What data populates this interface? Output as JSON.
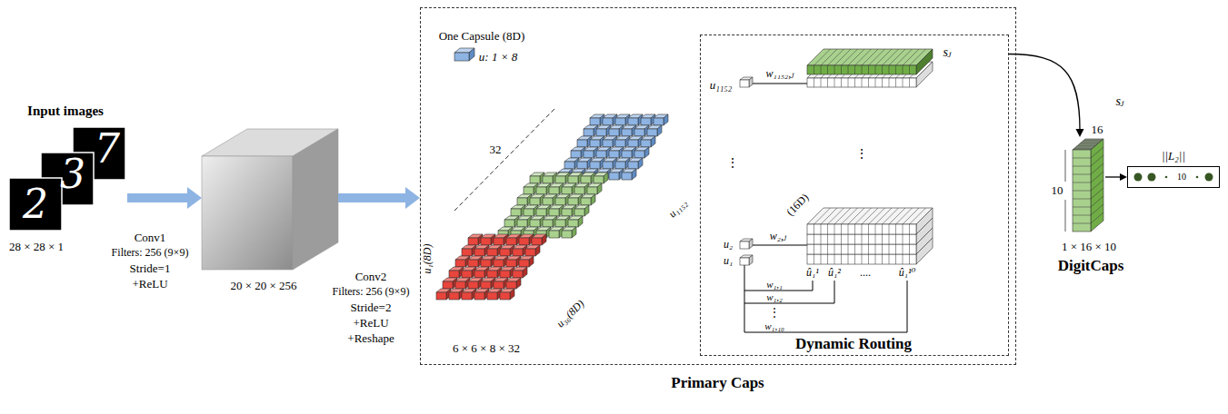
{
  "diagram": {
    "nodes": [
      {
        "text": [
          "Input images",
          "28 × 28 × 1"
        ]
      },
      {
        "text": [
          "20 × 20 × 256"
        ]
      },
      {
        "text": [
          "Primary Caps"
        ]
      },
      {
        "text": [
          "Dynamic Routing"
        ],
        "in": 2
      },
      {
        "text": [
          "16",
          "10",
          "1 × 16 × 10",
          "DigitCaps"
        ]
      },
      {
        "text": [
          "||L₂||",
          "10"
        ]
      }
    ],
    "edges": [
      {
        "from": 0,
        "to": 1,
        "arrow": "to"
      },
      {
        "from": 1,
        "to": 2,
        "arrow": "to"
      },
      {
        "from": 3,
        "to": 4,
        "arrow": "to"
      },
      {
        "from": 4,
        "to": 5,
        "arrow": "to"
      }
    ],
    "labels": [
      "2",
      "3",
      "7",
      "Conv1",
      "Filters: 256 (9×9)",
      "Stride=1",
      "+ReLU",
      "Conv2",
      "Filters: 256 (9×9)",
      "Stride=2",
      "+ReLU",
      "+Reshape",
      "One Capsule (8D)",
      "u: 1 × 8",
      "32",
      "u₁(8D)",
      "u₃₆(8D)",
      "u₁₁₅₂",
      "6 × 6 × 8 × 32",
      "u₁₁₅₂",
      "w₁₁₅₂,ⱼ",
      "sⱼ",
      "⋮",
      "⋮",
      "(16D)",
      "u₂",
      "w₂,ⱼ",
      "u₁",
      "û₁¹",
      "û₁²",
      "....",
      "û₁¹⁰",
      "w₁,₁",
      "w₁,₂",
      "⋮",
      "w₁,₁₀",
      "sⱼ"
    ]
  }
}
